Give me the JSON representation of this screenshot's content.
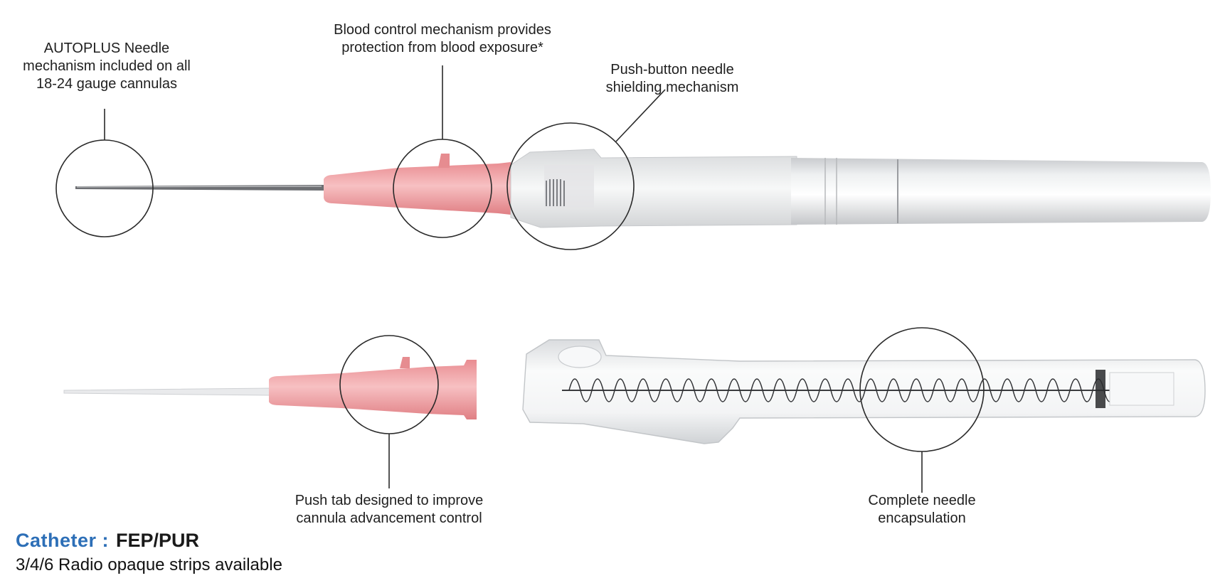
{
  "callouts": {
    "autoplus": [
      "AUTOPLUS Needle",
      "mechanism included on all",
      "18-24 gauge cannulas"
    ],
    "blood_control": [
      "Blood control mechanism provides",
      "protection from blood exposure*"
    ],
    "push_button": [
      "Push-button needle",
      "shielding mechanism"
    ],
    "push_tab": [
      "Push tab designed to improve",
      "cannula advancement control"
    ],
    "encapsulation": [
      "Complete needle",
      "encapsulation"
    ]
  },
  "spec": {
    "label": "Catheter :",
    "value": "FEP/PUR",
    "note": "3/4/6 Radio opaque strips available"
  },
  "colors": {
    "hub_pink": "#f2a1a4",
    "hub_pink_dark": "#e07f84",
    "housing_grey": "#e6e7e9",
    "line": "#2a2a2a",
    "label_blue": "#2d6fb7"
  }
}
